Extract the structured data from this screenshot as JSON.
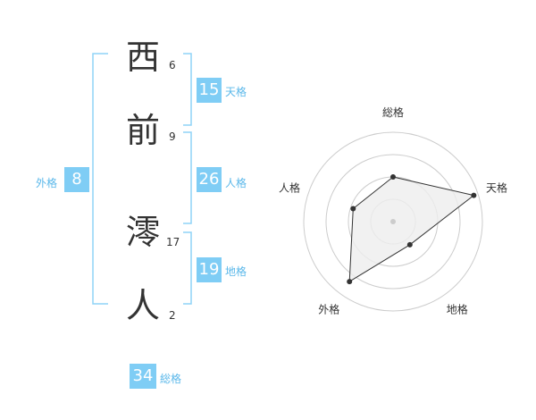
{
  "name": {
    "chars": [
      {
        "char": "西",
        "strokes": "6"
      },
      {
        "char": "前",
        "strokes": "9"
      },
      {
        "char": "澪",
        "strokes": "17"
      },
      {
        "char": "人",
        "strokes": "2"
      }
    ]
  },
  "fortunes": {
    "tenkaku": {
      "label": "天格",
      "value": "15"
    },
    "jinkaku": {
      "label": "人格",
      "value": "26"
    },
    "chikaku": {
      "label": "地格",
      "value": "19"
    },
    "gaikaku": {
      "label": "外格",
      "value": "8"
    },
    "soukaku": {
      "label": "総格",
      "value": "34"
    }
  },
  "colors": {
    "accent": "#7fcdf5",
    "label": "#5bb8ea",
    "bracket": "#8fd3f7",
    "text": "#333333"
  },
  "chart_data": {
    "type": "radar",
    "axes": [
      "総格",
      "天格",
      "地格",
      "外格",
      "人格"
    ],
    "values": [
      0.5,
      0.95,
      0.32,
      0.83,
      0.47
    ],
    "range": [
      0,
      1
    ],
    "rings": 4,
    "fill": "#eeeeee",
    "line": "#333333"
  }
}
